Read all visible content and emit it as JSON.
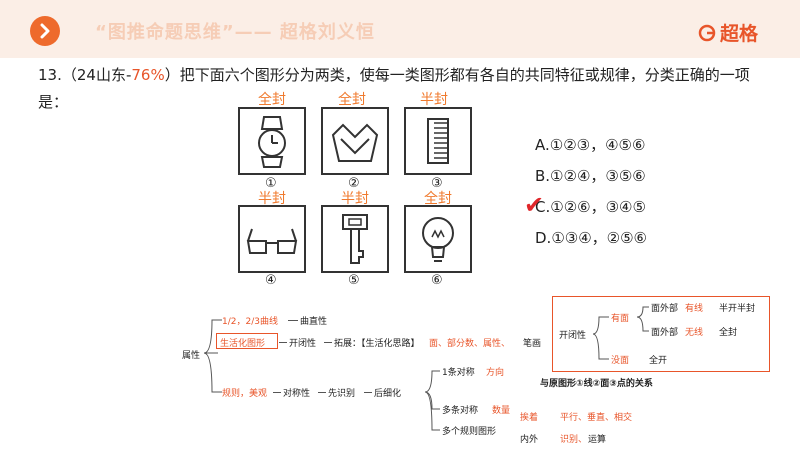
{
  "header": {
    "title": "“图推命题思维”—— 超格刘义恒",
    "brand": "超格",
    "logo_icon": "chevron-right-icon"
  },
  "question": {
    "prefix": "13.（24山东-",
    "rate": "76%",
    "suffix": "）把下面六个图形分为两类，使每一类图形都有各自的共同特征或规律，分类正确的一项是："
  },
  "figures": [
    {
      "annotation": "全封",
      "number": "①",
      "icon": "watch-icon"
    },
    {
      "annotation": "全封",
      "number": "②",
      "icon": "basket-icon"
    },
    {
      "annotation": "半封",
      "number": "③",
      "icon": "comb-icon"
    },
    {
      "annotation": "半封",
      "number": "④",
      "icon": "glasses-icon"
    },
    {
      "annotation": "半封",
      "number": "⑤",
      "icon": "key-icon"
    },
    {
      "annotation": "全封",
      "number": "⑥",
      "icon": "lightbulb-icon"
    }
  ],
  "options": [
    {
      "label": "A.①②③，④⑤⑥"
    },
    {
      "label": "B.①②④，③⑤⑥"
    },
    {
      "label": "C.①②⑥，③④⑤"
    },
    {
      "label": "D.①③④，②⑤⑥"
    }
  ],
  "mindmap": {
    "root": "属性",
    "row1": "1/2，2/3曲线",
    "row1b": "曲直性",
    "row2a": "生活化图形",
    "row2b": "开闭性",
    "row2c": "拓展：【生活化思路】",
    "row2d": "面、部分数、属性、",
    "row2e": "笔画",
    "row3a": "规则，美观",
    "row3b": "对称性",
    "row3c": "先识别",
    "row3d": "后细化",
    "sym1": "1条对称",
    "sym1b": "方向",
    "sym2": "多条对称",
    "sym2b": "数量",
    "relation": "与原图形①线②面③点的关系",
    "multi": "多个规则图形",
    "pos1": "挨着",
    "pos1b": "平行、垂直、相交",
    "pos2": "内外",
    "pos2b": "识别、",
    "pos2c": "运算"
  },
  "side_map": {
    "root": "开闭性",
    "has": "有面",
    "nohas": "没面",
    "line1": "面外部",
    "line1o": "有线",
    "line1r": "半开半封",
    "line2": "面外部",
    "line2o": "无线",
    "line2r": "全封",
    "line3": "全开"
  },
  "colors": {
    "accent": "#e8552a",
    "annotation": "#f07a2e",
    "check": "#e0262a"
  }
}
